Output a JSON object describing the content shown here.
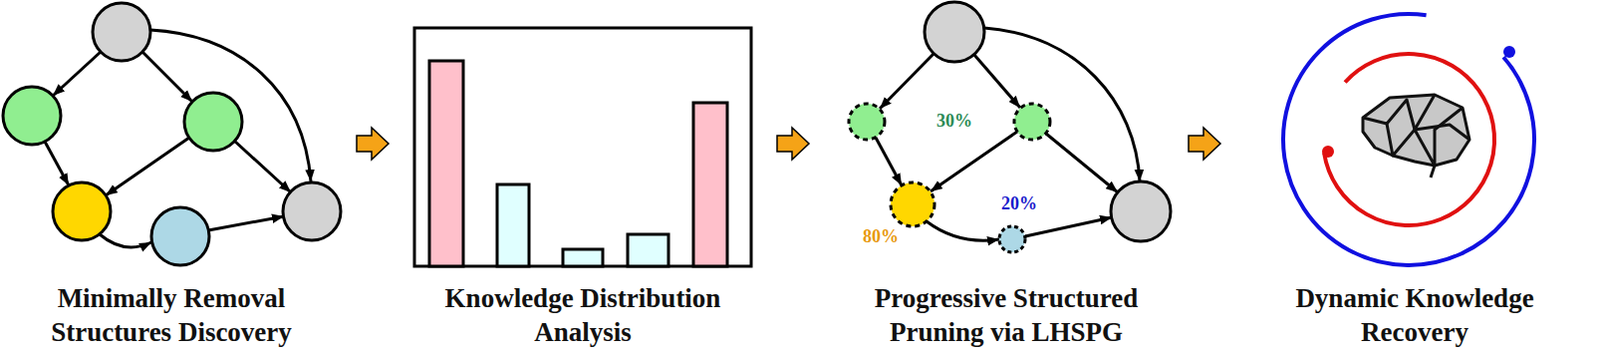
{
  "diagram": {
    "labels": [
      "Minimally Removal Structures Discovery",
      "Knowledge Distribution Analysis",
      "30%",
      "80%",
      "20%",
      "Progressive Structured Pruning via LHSPG",
      "Dynamic Knowledge Recovery"
    ]
  }
}
